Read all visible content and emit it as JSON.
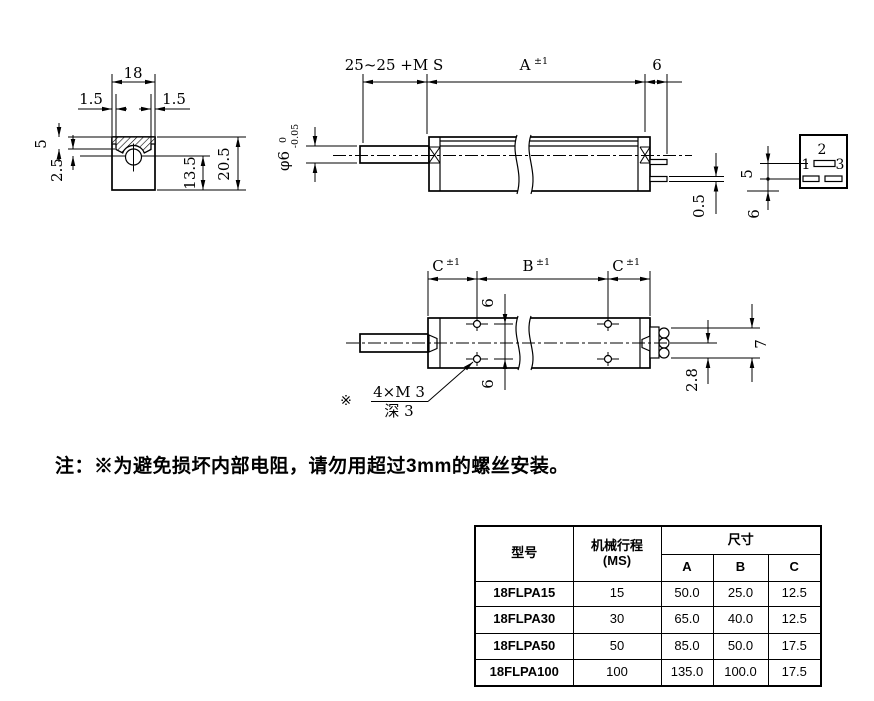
{
  "drawing": {
    "front_view": {
      "dim_width": "18",
      "dim_left_inset": "1.5",
      "dim_right_inset": "1.5",
      "dim_cap_height": "5",
      "dim_shaft_offset": "2.5",
      "dim_center_to_bottom": "13.5",
      "dim_total_height": "20.5"
    },
    "side_view": {
      "dim_travel": "25~25 +M S",
      "dim_body_label": "A",
      "dim_body_tol": "±1",
      "dim_end_offset": "6",
      "dim_shaft_dia": "φ6",
      "dim_shaft_tol_upper": "0",
      "dim_shaft_tol_lower": "-0.05",
      "dim_pin_thickness": "0.5"
    },
    "terminal_view": {
      "pin1_label": "1",
      "pin2_label": "2",
      "pin3_label": "3",
      "dim_row_gap": "5",
      "dim_bottom_offset": "6"
    },
    "top_view": {
      "dim_c_left": "C",
      "dim_c_left_tol": "±1",
      "dim_b": "B",
      "dim_b_tol": "±1",
      "dim_c_right": "C",
      "dim_c_right_tol": "±1",
      "dim_hole_upper": "6",
      "dim_hole_lower": "6",
      "dim_pin_span": "7",
      "dim_pin_pitch": "2.8",
      "callout_marker": "※",
      "callout_thread": "4×M 3",
      "callout_depth": "深 3"
    }
  },
  "note": "注：※为避免损坏内部电阻，请勿用超过3mm的螺丝安装。",
  "table": {
    "header": {
      "model": "型号",
      "travel_line1": "机械行程",
      "travel_line2": "(MS)",
      "size": "尺寸",
      "col_a": "A",
      "col_b": "B",
      "col_c": "C"
    },
    "rows": [
      {
        "model": "18FLPA15",
        "travel": "15",
        "a": "50.0",
        "b": "25.0",
        "c": "12.5"
      },
      {
        "model": "18FLPA30",
        "travel": "30",
        "a": "65.0",
        "b": "40.0",
        "c": "12.5"
      },
      {
        "model": "18FLPA50",
        "travel": "50",
        "a": "85.0",
        "b": "50.0",
        "c": "17.5"
      },
      {
        "model": "18FLPA100",
        "travel": "100",
        "a": "135.0",
        "b": "100.0",
        "c": "17.5"
      }
    ]
  }
}
